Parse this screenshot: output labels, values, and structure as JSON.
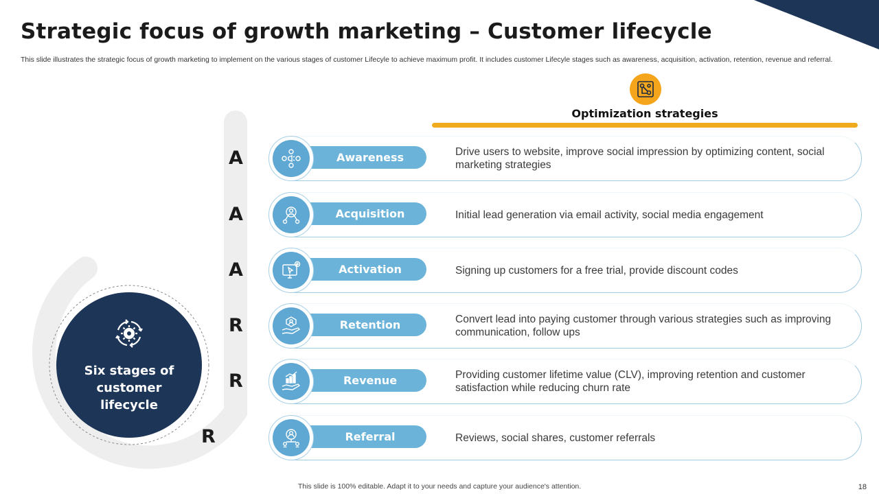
{
  "header": {
    "title": "Strategic focus of growth marketing – Customer lifecycle",
    "subtitle": "This slide illustrates the strategic focus of growth marketing to implement on the various stages of customer Lifecyle to achieve maximum profit. It includes customer Lifecyle stages such as awareness, acquisition, activation, retention, revenue and referral."
  },
  "strategies": {
    "heading": "Optimization strategies",
    "icon": "strategy-network-icon"
  },
  "lifecycle": {
    "center_label": "Six stages of customer lifecycle",
    "center_icon": "gear-cycle-icon",
    "letters": [
      "A",
      "A",
      "A",
      "R",
      "R",
      "R"
    ]
  },
  "stages": [
    {
      "label": "Awareness",
      "icon": "audience-megaphone-icon",
      "description": "Drive users to website, improve social impression by optimizing content,  social marketing strategies"
    },
    {
      "label": "Acquisition",
      "icon": "user-network-icon",
      "description": "Initial lead generation via email activity, social media engagement"
    },
    {
      "label": "Activation",
      "icon": "screen-click-icon",
      "description": "Signing up customers for a free trial, provide discount codes"
    },
    {
      "label": "Retention",
      "icon": "hand-user-icon",
      "description": "Convert lead into paying customer through  various strategies such as improving communication, follow ups"
    },
    {
      "label": "Revenue",
      "icon": "hand-growth-chart-icon",
      "description": "Providing customer lifetime value (CLV), improving retention and customer satisfaction while reducing churn rate"
    },
    {
      "label": "Referral",
      "icon": "user-referral-icon",
      "description": "Reviews, social shares, customer referrals"
    }
  ],
  "footer": {
    "note": "This slide is 100% editable.  Adapt it to your needs and capture your audience's attention.",
    "page_number": "18"
  },
  "colors": {
    "navy": "#1d3557",
    "accent_blue": "#6bb3d9",
    "accent_orange": "#f5a51c",
    "light_gray": "#eeeeee"
  }
}
